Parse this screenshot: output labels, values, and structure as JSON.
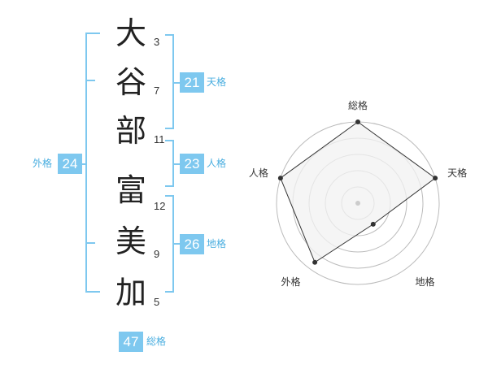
{
  "name": {
    "characters": [
      {
        "char": "大",
        "strokes": "3"
      },
      {
        "char": "谷",
        "strokes": "7"
      },
      {
        "char": "部",
        "strokes": "11"
      },
      {
        "char": "富",
        "strokes": "12"
      },
      {
        "char": "美",
        "strokes": "9"
      },
      {
        "char": "加",
        "strokes": "5"
      }
    ]
  },
  "fortunes": {
    "tenkaku": {
      "value": "21",
      "label": "天格"
    },
    "jinkaku": {
      "value": "23",
      "label": "人格"
    },
    "chikaku": {
      "value": "26",
      "label": "地格"
    },
    "gaikaku": {
      "value": "24",
      "label": "外格"
    },
    "soukaku": {
      "value": "47",
      "label": "総格"
    }
  },
  "chart_data": {
    "type": "radar",
    "axes": [
      "総格",
      "天格",
      "地格",
      "外格",
      "人格"
    ],
    "values": [
      5,
      5,
      1.6,
      4.5,
      5
    ],
    "max": 5,
    "rings": 5,
    "colors": {
      "fill": "#f2f2f2",
      "line": "#333333",
      "point": "#333333",
      "grid": "#bbbbbb"
    }
  }
}
